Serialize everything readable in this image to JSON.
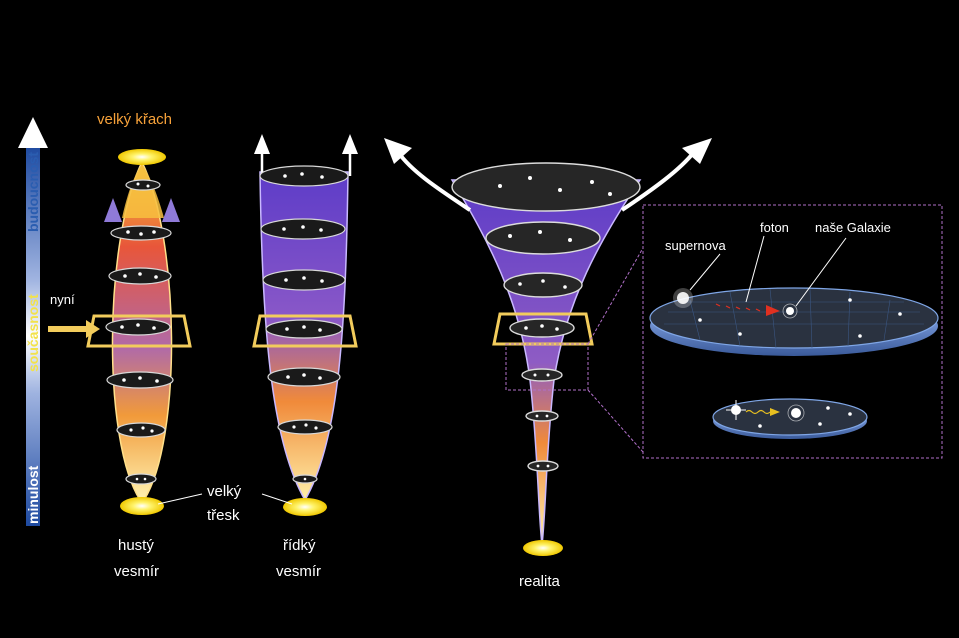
{
  "labels": {
    "big_crunch": "velký křach",
    "now": "nyní",
    "big_bang_line1": "velký",
    "big_bang_line2": "třesk",
    "dense_line1": "hustý",
    "dense_line2": "vesmír",
    "sparse_line1": "řídký",
    "sparse_line2": "vesmír",
    "reality": "realita",
    "supernova": "supernova",
    "photon": "foton",
    "our_galaxy": "naše Galaxie"
  },
  "time_axis": {
    "past": "minulost",
    "present": "současnost",
    "future": "budoucnost"
  },
  "colors": {
    "orange_text": "#f7a23a",
    "present_yellow": "#f2e24a",
    "axis_blue": "#2a5db0",
    "purple": "#6a3fc0",
    "frame_yellow": "#f2cc5c",
    "photon_red": "#e03020"
  }
}
